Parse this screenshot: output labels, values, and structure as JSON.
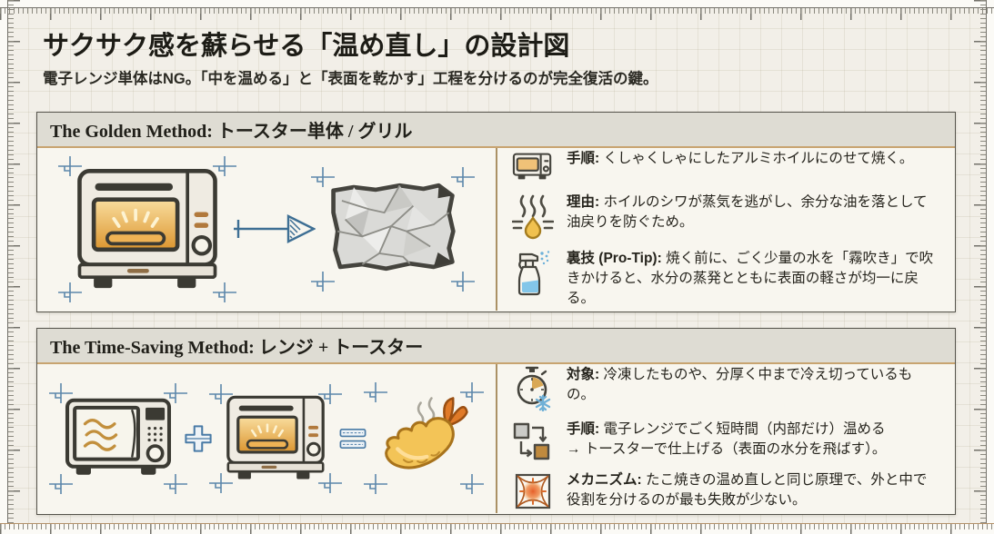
{
  "page": {
    "title": "サクサク感を蘇らせる「温め直し」の設計図",
    "subtitle": "電子レンジ単体はNG。「中を温める」と「表面を乾かす」工程を分けるのが完全復活の鍵。"
  },
  "colors": {
    "canvas_bg": "#f2efe8",
    "card_bg": "#f8f6ef",
    "header_bg": "#dedcd3",
    "accent_tan": "#c8a470",
    "accent_blue": "#4a7ba6",
    "ink": "#26241d",
    "amber_glow": "#e8a94f",
    "foil_gray": "#dadad7"
  },
  "sections": [
    {
      "header": "The Golden Method: トースター単体 / グリル",
      "illustrations": [
        "toaster-oven",
        "arrow-right",
        "crumpled-aluminum-foil"
      ],
      "bullets": [
        {
          "icon": "toaster-oven-icon",
          "label": "手順:",
          "text": "くしゃくしゃにしたアルミホイルにのせて焼く。"
        },
        {
          "icon": "steam-oil-drip-icon",
          "label": "理由:",
          "text": "ホイルのシワが蒸気を逃がし、余分な油を落として油戻りを防ぐため。"
        },
        {
          "icon": "spray-bottle-icon",
          "label": "裏技 (Pro-Tip):",
          "text": "焼く前に、ごく少量の水を「霧吹き」で吹きかけると、水分の蒸発とともに表面の軽さが均一に戻る。"
        }
      ]
    },
    {
      "header": "The Time-Saving Method: レンジ + トースター",
      "illustrations": [
        "microwave",
        "plus-operator",
        "toaster-oven",
        "equals-operator",
        "fried-shrimp"
      ],
      "bullets": [
        {
          "icon": "stopwatch-frozen-icon",
          "label": "対象:",
          "text": "冷凍したものや、分厚く中まで冷え切っているもの。"
        },
        {
          "icon": "two-step-flow-icon",
          "label": "手順:",
          "text": "電子レンジでごく短時間（内部だけ）温める",
          "text2": "→ トースターで仕上げる（表面の水分を飛ばす）。"
        },
        {
          "icon": "heat-core-icon",
          "label": "メカニズム:",
          "text": "たこ焼きの温め直しと同じ原理で、外と中で役割を分けるのが最も失敗が少ない。"
        }
      ]
    }
  ]
}
